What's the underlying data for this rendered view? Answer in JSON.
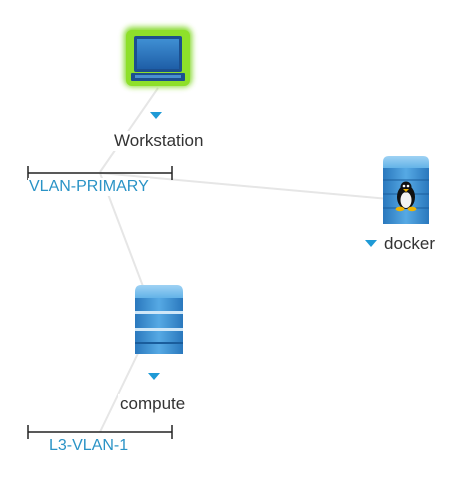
{
  "nodes": {
    "workstation": {
      "label": "Workstation",
      "type": "laptop-icon",
      "selected": true
    },
    "docker": {
      "label": "docker",
      "type": "linux-server-icon"
    },
    "compute": {
      "label": "compute",
      "type": "server-icon"
    }
  },
  "networks": {
    "vlan_primary": {
      "label": "VLAN-PRIMARY"
    },
    "l3_vlan_1": {
      "label": "L3-VLAN-1"
    }
  },
  "colors": {
    "link": "#e6e6e6",
    "vlan_label": "#2a93c6",
    "caret": "#1e9ad6",
    "selection_glow": "#7cd61e",
    "server_blue": "#2f8ed0"
  }
}
